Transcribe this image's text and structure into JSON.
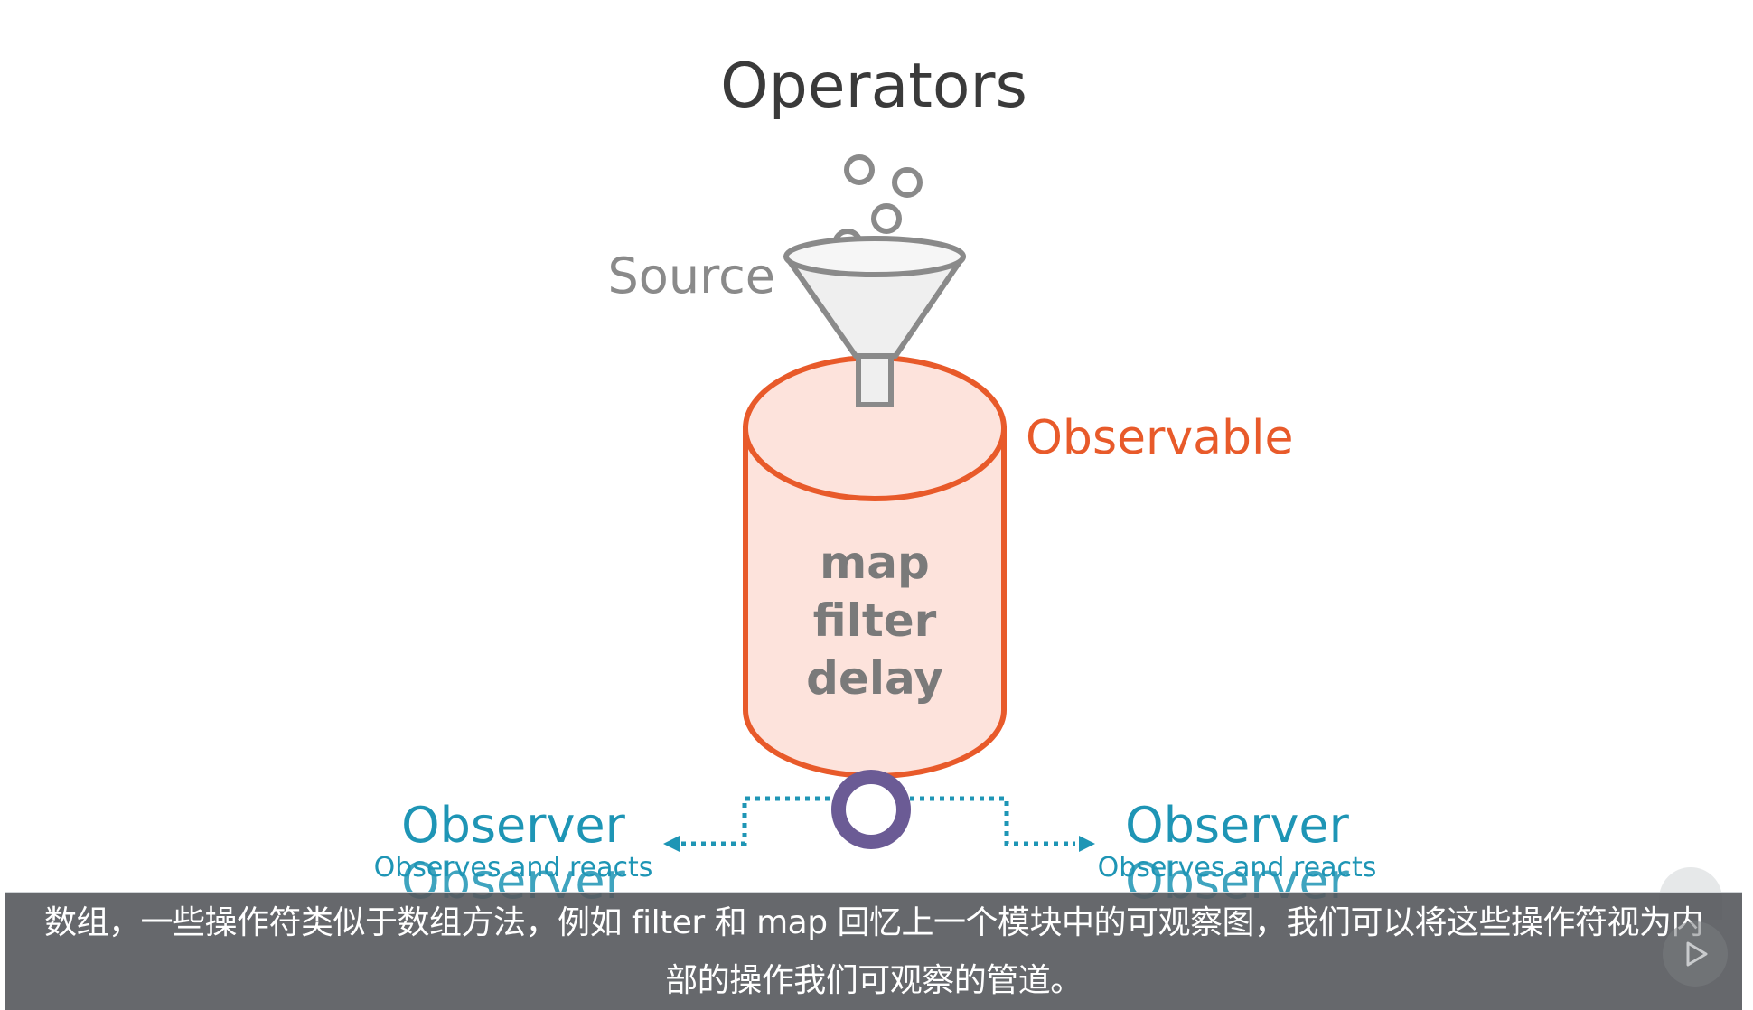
{
  "diagram": {
    "title": "Operators",
    "source_label": "Source",
    "observable_label": "Observable",
    "operators": [
      "map",
      "filter",
      "delay"
    ],
    "observer_left": {
      "title": "Observer",
      "subtitle": "Observes and reacts"
    },
    "observer_right": {
      "title": "Observer",
      "subtitle": "Observes and reacts"
    }
  },
  "colors": {
    "title": "#3a3a3a",
    "gray": "#8a8a8a",
    "orange": "#e85a2a",
    "cylinder_fill": "#fde3dc",
    "teal": "#1e95b5",
    "purple": "#6b5b95",
    "funnel_fill": "#efefef"
  },
  "caption": {
    "line1": "数组，一些操作符类似于数组方法，例如 filter 和 map 回忆上一个模块中的可观察图，我们可以将这些操作符视为内",
    "line2": "部的操作我们可观察的管道。"
  },
  "controls": {
    "play_icon": "play-icon",
    "forward_icon": "forward-icon"
  }
}
